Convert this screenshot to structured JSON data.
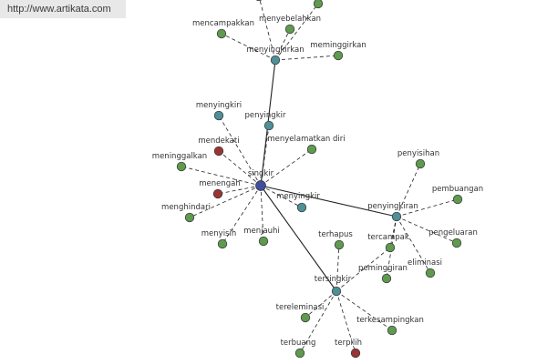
{
  "source_url": "http://www.artikata.com",
  "colors": {
    "green": "#5f9a4f",
    "teal": "#4f8f97",
    "red": "#9a3434",
    "blue": "#404c9c",
    "edge": "#222222",
    "node_stroke": "#333333"
  },
  "nodes": [
    {
      "id": "singkir",
      "label": "singkir",
      "color": "blue"
    },
    {
      "id": "menyingkirkan",
      "label": "menyingkirkan",
      "color": "teal"
    },
    {
      "id": "menyingkiri",
      "label": "menyingkiri",
      "color": "teal"
    },
    {
      "id": "penyingkir",
      "label": "penyingkir",
      "color": "teal"
    },
    {
      "id": "menyingkir",
      "label": "menyingkir",
      "color": "teal"
    },
    {
      "id": "penyingkiran",
      "label": "penyingkiran",
      "color": "teal"
    },
    {
      "id": "tersingkir",
      "label": "tersingkir",
      "color": "teal"
    },
    {
      "id": "top1",
      "label": "",
      "color": "green"
    },
    {
      "id": "top2",
      "label": "",
      "color": "green"
    },
    {
      "id": "mencampakkan",
      "label": "mencampakkan",
      "color": "green"
    },
    {
      "id": "menyebelahkan",
      "label": "menyebelahkan",
      "color": "green"
    },
    {
      "id": "meminggirkan",
      "label": "meminggirkan",
      "color": "green"
    },
    {
      "id": "mendekati",
      "label": "mendekati",
      "color": "red"
    },
    {
      "id": "menyelamatkan_diri",
      "label": "menyelamatkan diri",
      "color": "green"
    },
    {
      "id": "meninggalkan",
      "label": "meninggalkan",
      "color": "green"
    },
    {
      "id": "menengah",
      "label": "menengah",
      "color": "red"
    },
    {
      "id": "menghindari",
      "label": "menghindari",
      "color": "green"
    },
    {
      "id": "menyisih",
      "label": "menyisih",
      "color": "green"
    },
    {
      "id": "menjauhi",
      "label": "menjauhi",
      "color": "green"
    },
    {
      "id": "penyisihan",
      "label": "penyisihan",
      "color": "green"
    },
    {
      "id": "pembuangan",
      "label": "pembuangan",
      "color": "green"
    },
    {
      "id": "pengeluaran",
      "label": "pengeluaran",
      "color": "green"
    },
    {
      "id": "tercampak",
      "label": "tercampak",
      "color": "green"
    },
    {
      "id": "eliminasi",
      "label": "eliminasi",
      "color": "green"
    },
    {
      "id": "peminggiran",
      "label": "peminggiran",
      "color": "green"
    },
    {
      "id": "terhapus",
      "label": "terhapus",
      "color": "green"
    },
    {
      "id": "tereleminasi",
      "label": "tereleminasi",
      "color": "green"
    },
    {
      "id": "terkesampingkan",
      "label": "terkesampingkan",
      "color": "green"
    },
    {
      "id": "terbuang",
      "label": "terbuang",
      "color": "green"
    },
    {
      "id": "terpilih",
      "label": "terpilih",
      "color": "red"
    }
  ],
  "edges": [
    {
      "from": "singkir",
      "to": "menyingkirkan",
      "style": "solid"
    },
    {
      "from": "singkir",
      "to": "penyingkiran",
      "style": "solid"
    },
    {
      "from": "singkir",
      "to": "tersingkir",
      "style": "solid"
    },
    {
      "from": "singkir",
      "to": "menyingkiri",
      "style": "dashed"
    },
    {
      "from": "singkir",
      "to": "penyingkir",
      "style": "dashed"
    },
    {
      "from": "singkir",
      "to": "menyingkir",
      "style": "dashed"
    },
    {
      "from": "singkir",
      "to": "mendekati",
      "style": "dashed"
    },
    {
      "from": "singkir",
      "to": "menyelamatkan_diri",
      "style": "dashed"
    },
    {
      "from": "singkir",
      "to": "meninggalkan",
      "style": "dashed"
    },
    {
      "from": "singkir",
      "to": "menengah",
      "style": "dashed"
    },
    {
      "from": "singkir",
      "to": "menghindari",
      "style": "dashed"
    },
    {
      "from": "singkir",
      "to": "menyisih",
      "style": "dashed"
    },
    {
      "from": "singkir",
      "to": "menjauhi",
      "style": "dashed"
    },
    {
      "from": "menyingkirkan",
      "to": "top1",
      "style": "dashed"
    },
    {
      "from": "menyingkirkan",
      "to": "top2",
      "style": "dashed"
    },
    {
      "from": "menyingkirkan",
      "to": "mencampakkan",
      "style": "dashed"
    },
    {
      "from": "menyingkirkan",
      "to": "menyebelahkan",
      "style": "dashed"
    },
    {
      "from": "menyingkirkan",
      "to": "meminggirkan",
      "style": "dashed"
    },
    {
      "from": "penyingkiran",
      "to": "penyisihan",
      "style": "dashed"
    },
    {
      "from": "penyingkiran",
      "to": "pembuangan",
      "style": "dashed"
    },
    {
      "from": "penyingkiran",
      "to": "pengeluaran",
      "style": "dashed"
    },
    {
      "from": "penyingkiran",
      "to": "eliminasi",
      "style": "dashed"
    },
    {
      "from": "penyingkiran",
      "to": "peminggiran",
      "style": "dashed"
    },
    {
      "from": "penyingkiran",
      "to": "tercampak",
      "style": "dashed"
    },
    {
      "from": "tersingkir",
      "to": "tercampak",
      "style": "dashed"
    },
    {
      "from": "tersingkir",
      "to": "terhapus",
      "style": "dashed"
    },
    {
      "from": "tersingkir",
      "to": "tereleminasi",
      "style": "dashed"
    },
    {
      "from": "tersingkir",
      "to": "terkesampingkan",
      "style": "dashed"
    },
    {
      "from": "tersingkir",
      "to": "terbuang",
      "style": "dashed"
    },
    {
      "from": "tersingkir",
      "to": "terpilih",
      "style": "dashed"
    }
  ]
}
